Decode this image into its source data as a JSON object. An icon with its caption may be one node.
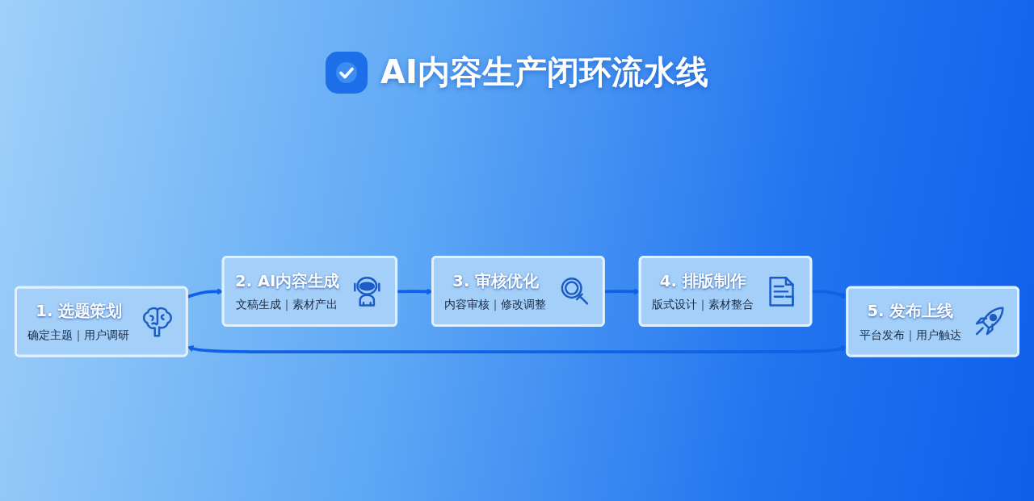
{
  "diagram": {
    "title": "AI内容生产闭环流水线",
    "nodes": [
      {
        "text": [
          "1. 选题策划",
          "确定主题｜用户调研"
        ]
      },
      {
        "text": [
          "2. AI内容生成",
          "文稿生成｜素材产出"
        ]
      },
      {
        "text": [
          "3. 审核优化",
          "内容审核｜修改调整"
        ]
      },
      {
        "text": [
          "4. 排版制作",
          "版式设计｜素材整合"
        ]
      },
      {
        "text": [
          "5. 发布上线",
          "平台发布｜用户触达"
        ]
      }
    ],
    "edges": [
      {
        "from": 0,
        "to": 1,
        "arrow": "to"
      },
      {
        "from": 1,
        "to": 2,
        "arrow": "to"
      },
      {
        "from": 2,
        "to": 3,
        "arrow": "to"
      },
      {
        "from": 3,
        "to": 4,
        "arrow": "to"
      },
      {
        "from": 4,
        "to": 0,
        "arrow": "both"
      }
    ]
  }
}
